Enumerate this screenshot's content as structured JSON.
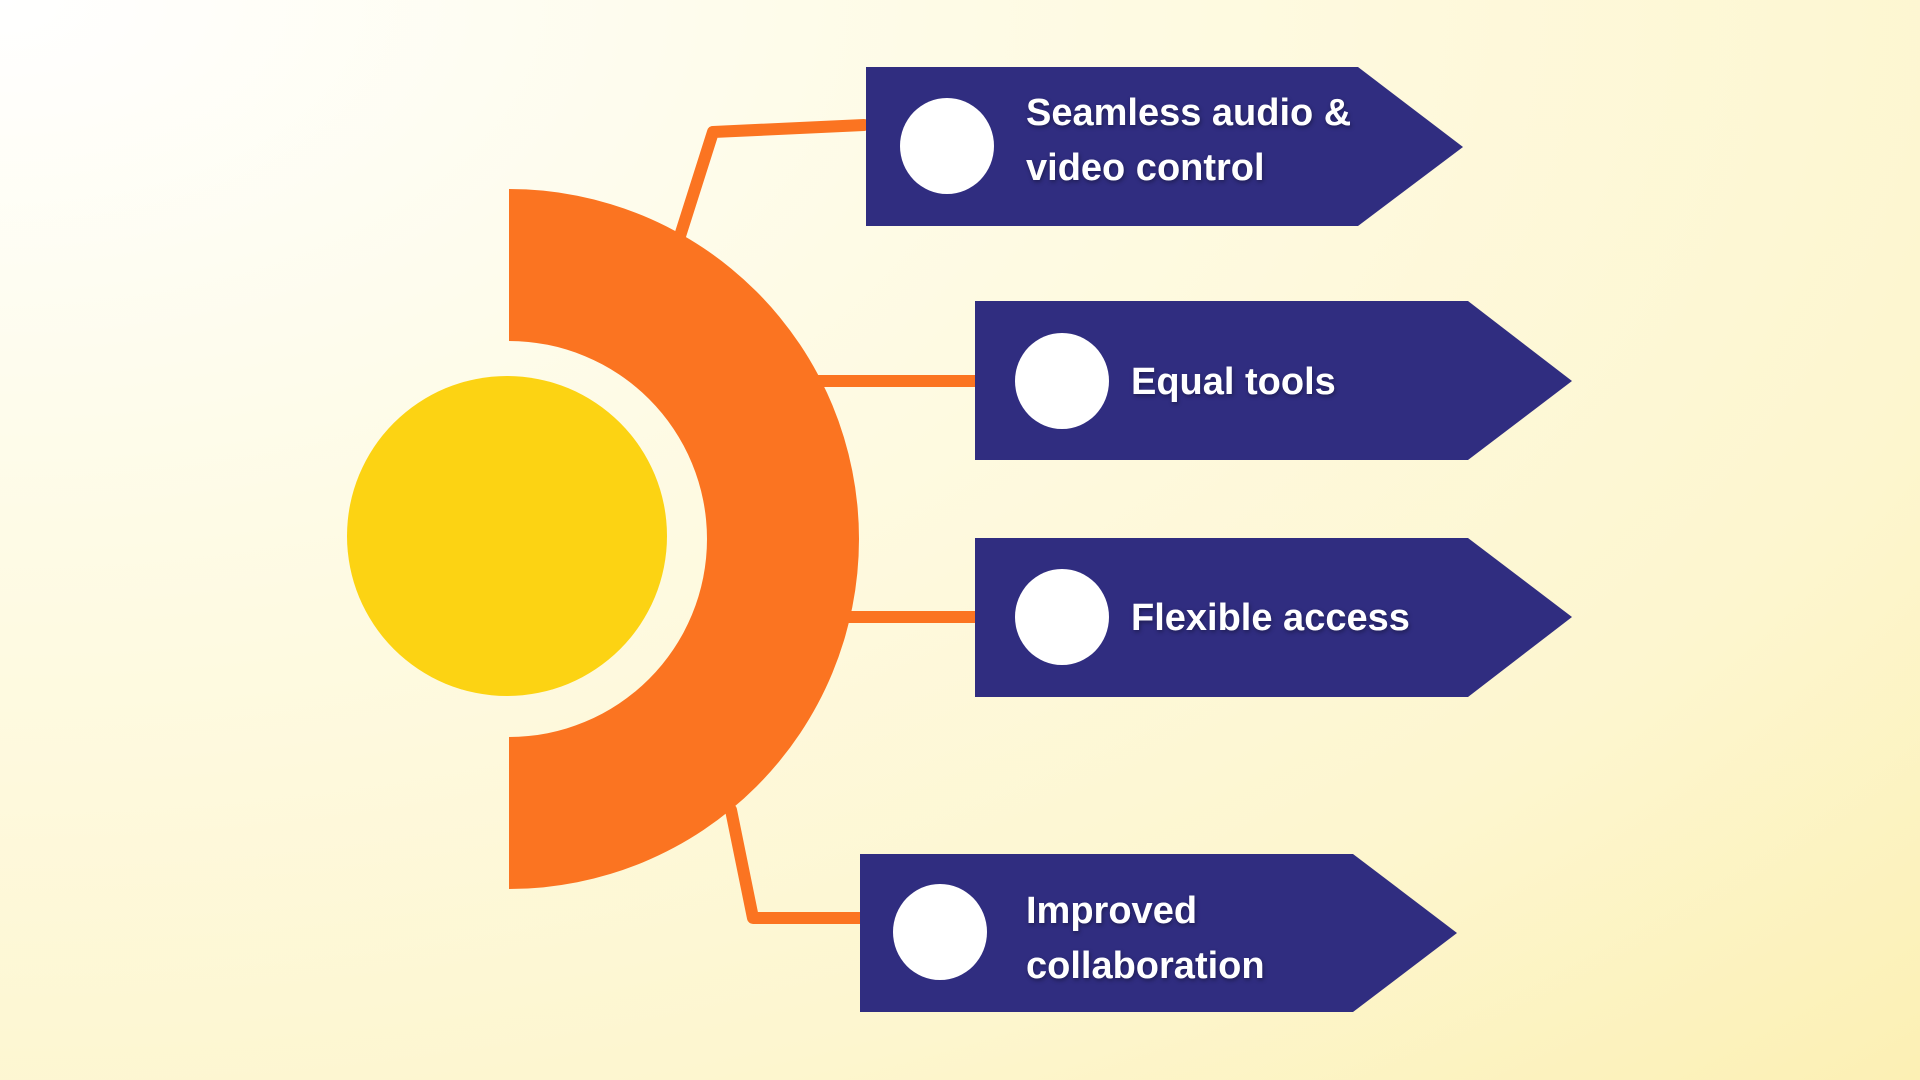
{
  "colors": {
    "navy": "#302d80",
    "orange": "#fb7421",
    "yellow": "#fcd313",
    "white": "#ffffff"
  },
  "items": [
    {
      "line1": "Seamless audio &",
      "line2": "video control"
    },
    {
      "line1": "Equal tools"
    },
    {
      "line1": "Flexible access"
    },
    {
      "line1": "Improved",
      "line2": "collaboration"
    }
  ]
}
